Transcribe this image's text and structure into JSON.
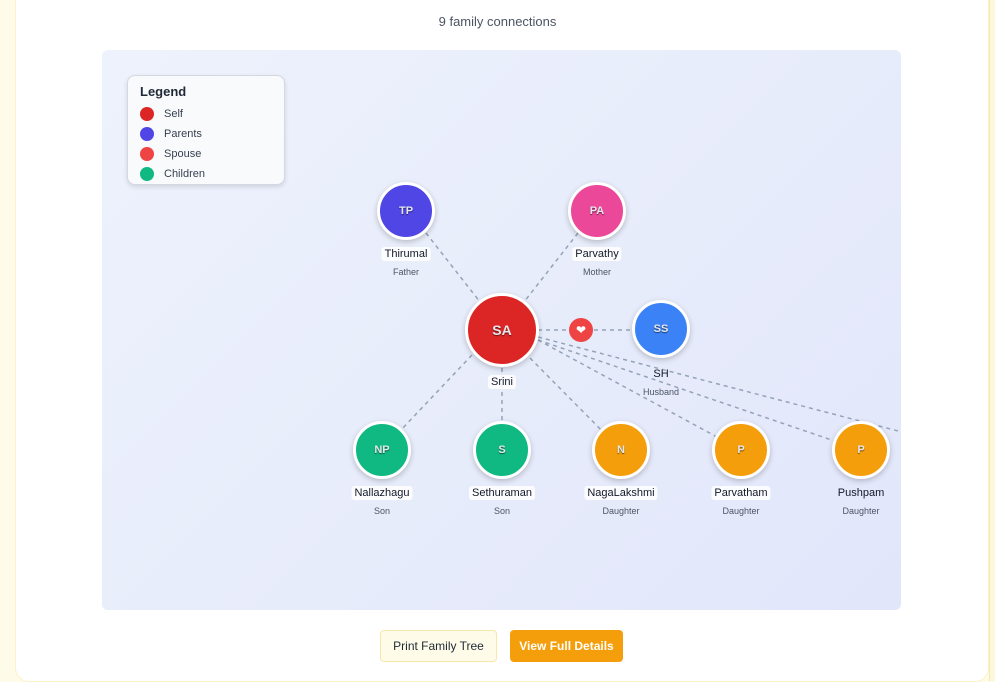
{
  "header": {
    "subtitle": "9 family connections"
  },
  "legend": {
    "title": "Legend",
    "items": [
      {
        "label": "Self",
        "color": "#dc2626"
      },
      {
        "label": "Parents",
        "color": "#4f46e5"
      },
      {
        "label": "Spouse",
        "color": "#ef4444"
      },
      {
        "label": "Children",
        "color": "#10b981"
      }
    ]
  },
  "people": {
    "father": {
      "initials": "TP",
      "name": "Thirumal",
      "role": "Father",
      "color": "#4f46e5"
    },
    "mother": {
      "initials": "PA",
      "name": "Parvathy",
      "role": "Mother",
      "color": "#ec4899"
    },
    "self": {
      "initials": "SA",
      "name": "Srini",
      "color": "#dc2626"
    },
    "spouse": {
      "initials": "SS",
      "name": "SH",
      "role": "Husband",
      "color": "#3b82f6",
      "link_icon": "heart-icon"
    },
    "child1": {
      "initials": "NP",
      "name": "Nallazhagu",
      "role": "Son",
      "color": "#10b981"
    },
    "child2": {
      "initials": "S",
      "name": "Sethuraman",
      "role": "Son",
      "color": "#10b981"
    },
    "child3": {
      "initials": "N",
      "name": "NagaLakshmi",
      "role": "Daughter",
      "color": "#f59e0b"
    },
    "child4": {
      "initials": "P",
      "name": "Parvatham",
      "role": "Daughter",
      "color": "#f59e0b"
    },
    "child5": {
      "initials": "P",
      "name": "Pushpam",
      "role": "Daughter",
      "color": "#f59e0b"
    }
  },
  "actions": {
    "print_label": "Print Family Tree",
    "view_label": "View Full Details"
  }
}
